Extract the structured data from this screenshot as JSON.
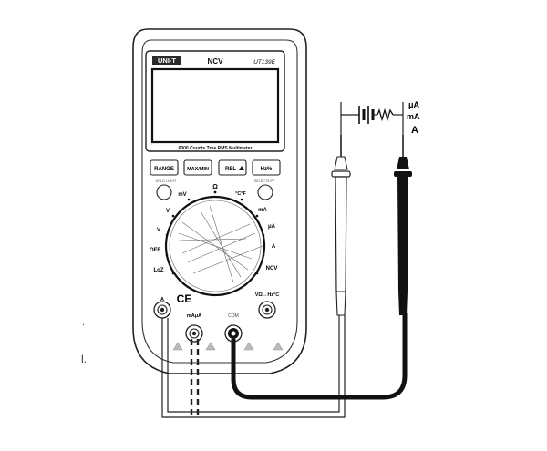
{
  "meter": {
    "brand": "UNI-T",
    "indicator": "NCV",
    "model": "UT139E",
    "caption": "6000 Counts True RMS Multimeter",
    "buttons": [
      "RANGE",
      "MAX/MIN",
      "REL",
      "Hz%"
    ],
    "button_sublabels": {
      "left": "HOLD  LIGHT",
      "right": "SELECT/LPF"
    },
    "dial": {
      "top": "Ω",
      "left": [
        "mV",
        "V",
        "V",
        "OFF",
        "LoZ"
      ],
      "right": [
        "°C°F",
        "mA",
        "μA",
        "A",
        "NCV"
      ]
    },
    "ce_mark": "CE",
    "terminals": {
      "a": "A",
      "ma_ua": "mAμA",
      "com": "COM",
      "vohm": "VΩ→Hz°C"
    }
  },
  "circuit": {
    "unit_labels": [
      "μA",
      "mA",
      "A"
    ]
  },
  "margin_marks": [
    ".",
    "l."
  ]
}
